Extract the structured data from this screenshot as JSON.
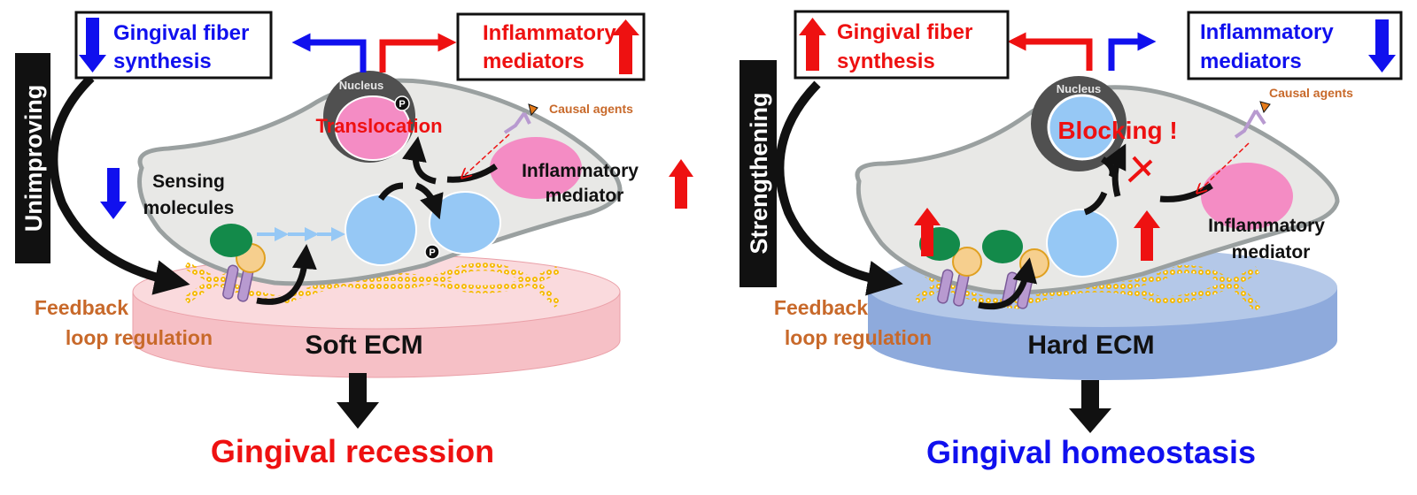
{
  "colors": {
    "red": "#ee1111",
    "blue": "#1010ee",
    "orange": "#c8692a",
    "black": "#111111",
    "cell_fill": "#e8e8e6",
    "cell_stroke": "#9aa0a0",
    "nucleus_ring": "#505050",
    "pink": "#f48cc4",
    "light_blue": "#96c8f5",
    "green": "#138a4a",
    "tan": "#f6cf8e",
    "purple": "#b89ad0",
    "collagen": "#f5b800",
    "soft_ecm": "#f8c8cc",
    "hard_ecm": "#8eaadc"
  },
  "left_panel": {
    "side_label": "Unimproving",
    "box_left": {
      "line1": "Gingival fiber",
      "line2": "synthesis",
      "trend": "down"
    },
    "box_right": {
      "line1": "Inflammatory",
      "line2": "mediators",
      "trend": "up"
    },
    "nucleus_label": "Nucleus",
    "phospho_label": "P",
    "translocation_label": "Translocation",
    "causal_agents_label": "Causal agents",
    "inflammatory_mediator": {
      "line1": "Inflammatory",
      "line2": "mediator",
      "trend": "up"
    },
    "sensing_molecules": {
      "line1": "Sensing",
      "line2": "molecules",
      "trend": "down"
    },
    "feedback": {
      "line1": "Feedback",
      "line2": "loop regulation"
    },
    "ecm_label": "Soft ECM",
    "outcome": "Gingival recession"
  },
  "right_panel": {
    "side_label": "Strengthening",
    "box_left": {
      "line1": "Gingival fiber",
      "line2": "synthesis",
      "trend": "up"
    },
    "box_right": {
      "line1": "Inflammatory",
      "line2": "mediators",
      "trend": "down"
    },
    "nucleus_label": "Nucleus",
    "blocking_label": "Blocking !",
    "causal_agents_label": "Causal agents",
    "inflammatory_mediator": {
      "line1": "Inflammatory",
      "line2": "mediator"
    },
    "feedback": {
      "line1": "Feedback",
      "line2": "loop regulation"
    },
    "ecm_label": "Hard ECM",
    "outcome": "Gingival homeostasis"
  }
}
